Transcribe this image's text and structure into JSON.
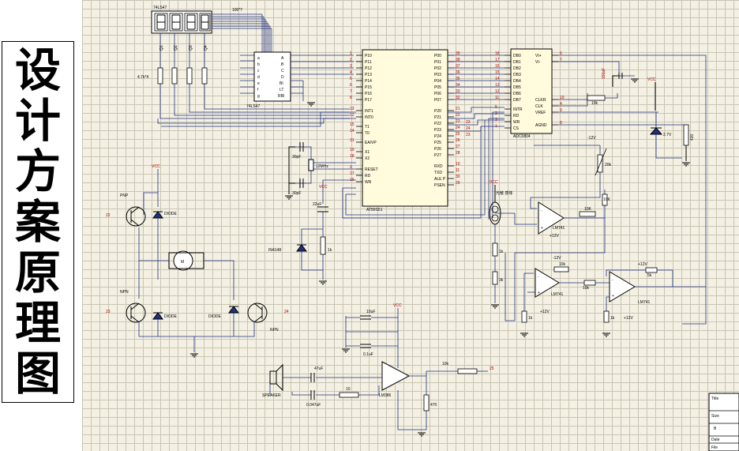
{
  "page_title": [
    "设",
    "计",
    "方",
    "案",
    "原",
    "理",
    "图"
  ],
  "display": {
    "chip": "74LS47",
    "bus_label": "100*7",
    "resistor_label": "4.7k*4",
    "driver_labels": [
      "Q1",
      "Q2",
      "Q3",
      "Q4"
    ]
  },
  "mcu": {
    "name": "AT89S51",
    "left_pins": [
      "P10",
      "P11",
      "P12",
      "P13",
      "P14",
      "P15",
      "P16",
      "P17",
      "INT1",
      "INT0",
      "T1",
      "T0",
      "EA/VP",
      "X1",
      "X2",
      "RESET",
      "RD",
      "WR"
    ],
    "left_nums": [
      "1",
      "2",
      "3",
      "4",
      "5",
      "6",
      "7",
      "8",
      "13",
      "12",
      "15",
      "14",
      "31",
      "19",
      "18",
      "9",
      "17",
      "16"
    ],
    "right_pins": [
      "P00",
      "P01",
      "P02",
      "P03",
      "P04",
      "P05",
      "P06",
      "P07",
      "P20",
      "P21",
      "P22",
      "P23",
      "P24",
      "P25",
      "P26",
      "P27",
      "RXD",
      "TXD",
      "ALE P",
      "PSEN"
    ],
    "right_nums": [
      "39",
      "38",
      "37",
      "36",
      "35",
      "34",
      "33",
      "32",
      "21",
      "22",
      "23",
      "24",
      "25",
      "26",
      "27",
      "28",
      "10",
      "11",
      "30",
      "29"
    ]
  },
  "adc": {
    "name": "ADC0804",
    "left_pins": [
      "DB0",
      "DB1",
      "DB2",
      "DB3",
      "DB4",
      "DB5",
      "DB6",
      "DB7",
      "INTR",
      "RD",
      "WR",
      "CS"
    ],
    "left_nums": [
      "18",
      "17",
      "16",
      "15",
      "14",
      "13",
      "12",
      "11",
      "5",
      "2",
      "3",
      "1"
    ],
    "right_pins": [
      "VI+",
      "VI-",
      "CLKR",
      "CLK",
      "VREF",
      "AGND"
    ],
    "right_nums": [
      "6",
      "7",
      "19",
      "4",
      "9",
      "8"
    ]
  },
  "osc": {
    "c1": "30pF",
    "c2": "30pF",
    "crystal": "12MHz"
  },
  "reset": {
    "cap": "22uF",
    "diode": "IN4148",
    "res": "1k"
  },
  "motor": {
    "pnp": "PNP",
    "npn": "NPN",
    "diode": "DIODE",
    "motor": "M",
    "pins": [
      "22",
      "23",
      "24"
    ]
  },
  "sensor": {
    "vcc": "VCC",
    "label": "光敏 感体",
    "r1": "1k",
    "r2": "3k"
  },
  "amps": {
    "opamp": "LM741",
    "r10k": "10K",
    "r20k": "20k",
    "r10k_b": "10k",
    "rx": "5k",
    "r1k": "1k",
    "vpos": "+12V",
    "vneg": "-12V"
  },
  "adc_misc": {
    "cap": "150pF",
    "res": "10k",
    "zener": "2.7V",
    "res2": "430",
    "vcc": "VCC"
  },
  "audio": {
    "chip": "LM386",
    "c1": "10uF",
    "c2": "0.1uF",
    "c3": "47uF",
    "c4": "0.047uF",
    "r1": "10",
    "r2": "470",
    "speaker": "SPEAKER",
    "res": "10k",
    "pin": "25",
    "vcc": "VCC"
  },
  "title_block": {
    "title": "Title",
    "size": "Size",
    "size_val": "B",
    "date": "Date",
    "file": "File"
  }
}
